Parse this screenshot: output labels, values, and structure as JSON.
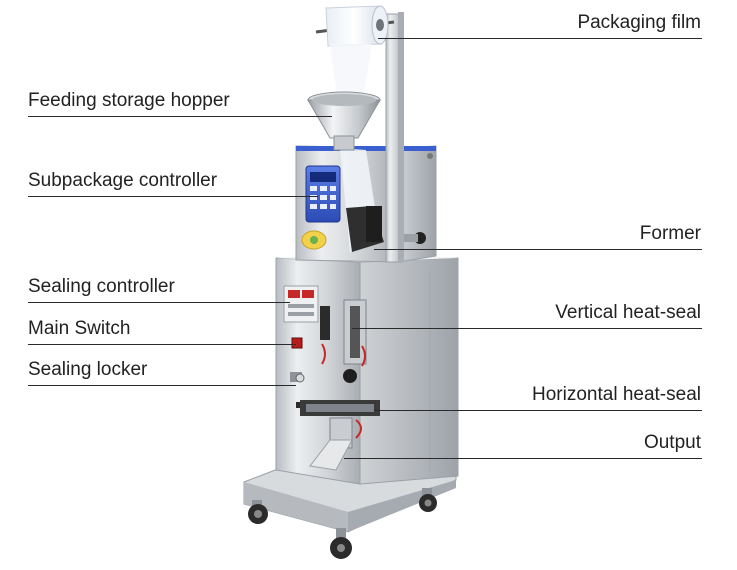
{
  "labels": {
    "packaging_film": "Packaging film",
    "feeding_storage_hopper": "Feeding storage hopper",
    "subpackage_controller": "Subpackage controller",
    "former": "Former",
    "sealing_controller": "Sealing controller",
    "vertical_heat_seal": "Vertical heat-seal",
    "main_switch": "Main Switch",
    "sealing_locker": "Sealing locker",
    "horizontal_heat_seal": "Horizontal heat-seal",
    "output": "Output"
  },
  "colors": {
    "steel_light": "#e3e5e7",
    "steel_mid": "#c3c7cb",
    "steel_dark": "#8e9399",
    "panel_blue": "#3a5fcf",
    "leader_line": "#2a2a2a",
    "text": "#222222"
  }
}
